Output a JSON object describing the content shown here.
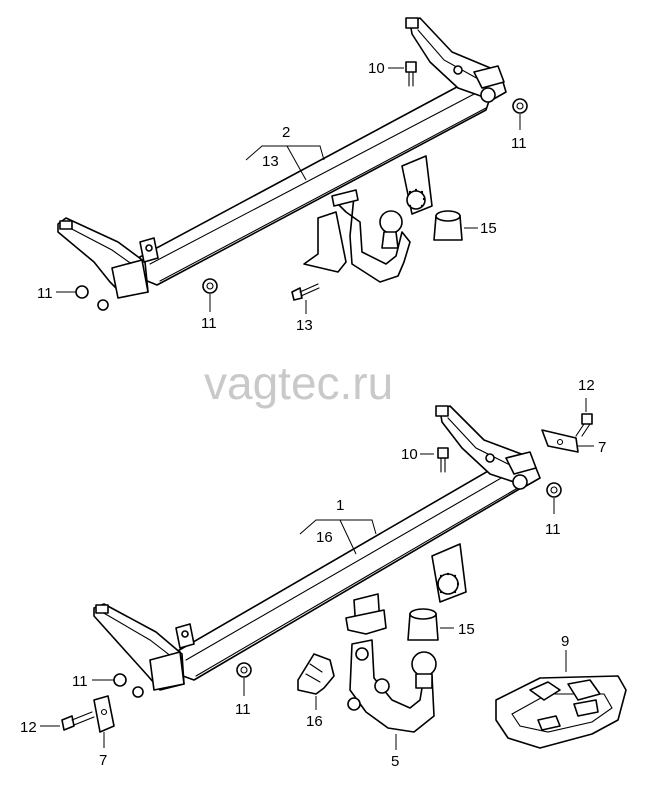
{
  "watermark": "vagtec.ru",
  "callouts": {
    "top": {
      "group_top": "2",
      "group_sub": "13",
      "bolt_left": "10",
      "nut_right": "11",
      "nut_left_outer": "11",
      "nut_left_inner": "11",
      "bolt_bottom": "13",
      "bush": "15"
    },
    "bottom": {
      "group_top": "1",
      "group_sub": "16",
      "bolt_top": "12",
      "bracket_right": "7",
      "bolt_left": "10",
      "nut_right": "11",
      "nut_left_outer": "11",
      "nut_left_inner": "11",
      "bolt_bottom_left": "12",
      "bracket_left": "7",
      "clip": "16",
      "ball_neck": "5",
      "bush": "15",
      "tray": "9"
    }
  }
}
